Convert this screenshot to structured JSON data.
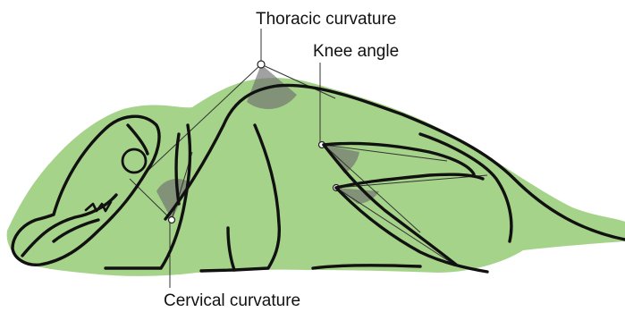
{
  "labels": {
    "thoracic": "Thoracic curvature",
    "knee": "Knee angle",
    "cervical": "Cervical curvature"
  },
  "colors": {
    "body_fill": "#a6d38a",
    "outline": "#111111",
    "angle_wedge": "#6e6e6e",
    "guide_line": "#333333"
  }
}
